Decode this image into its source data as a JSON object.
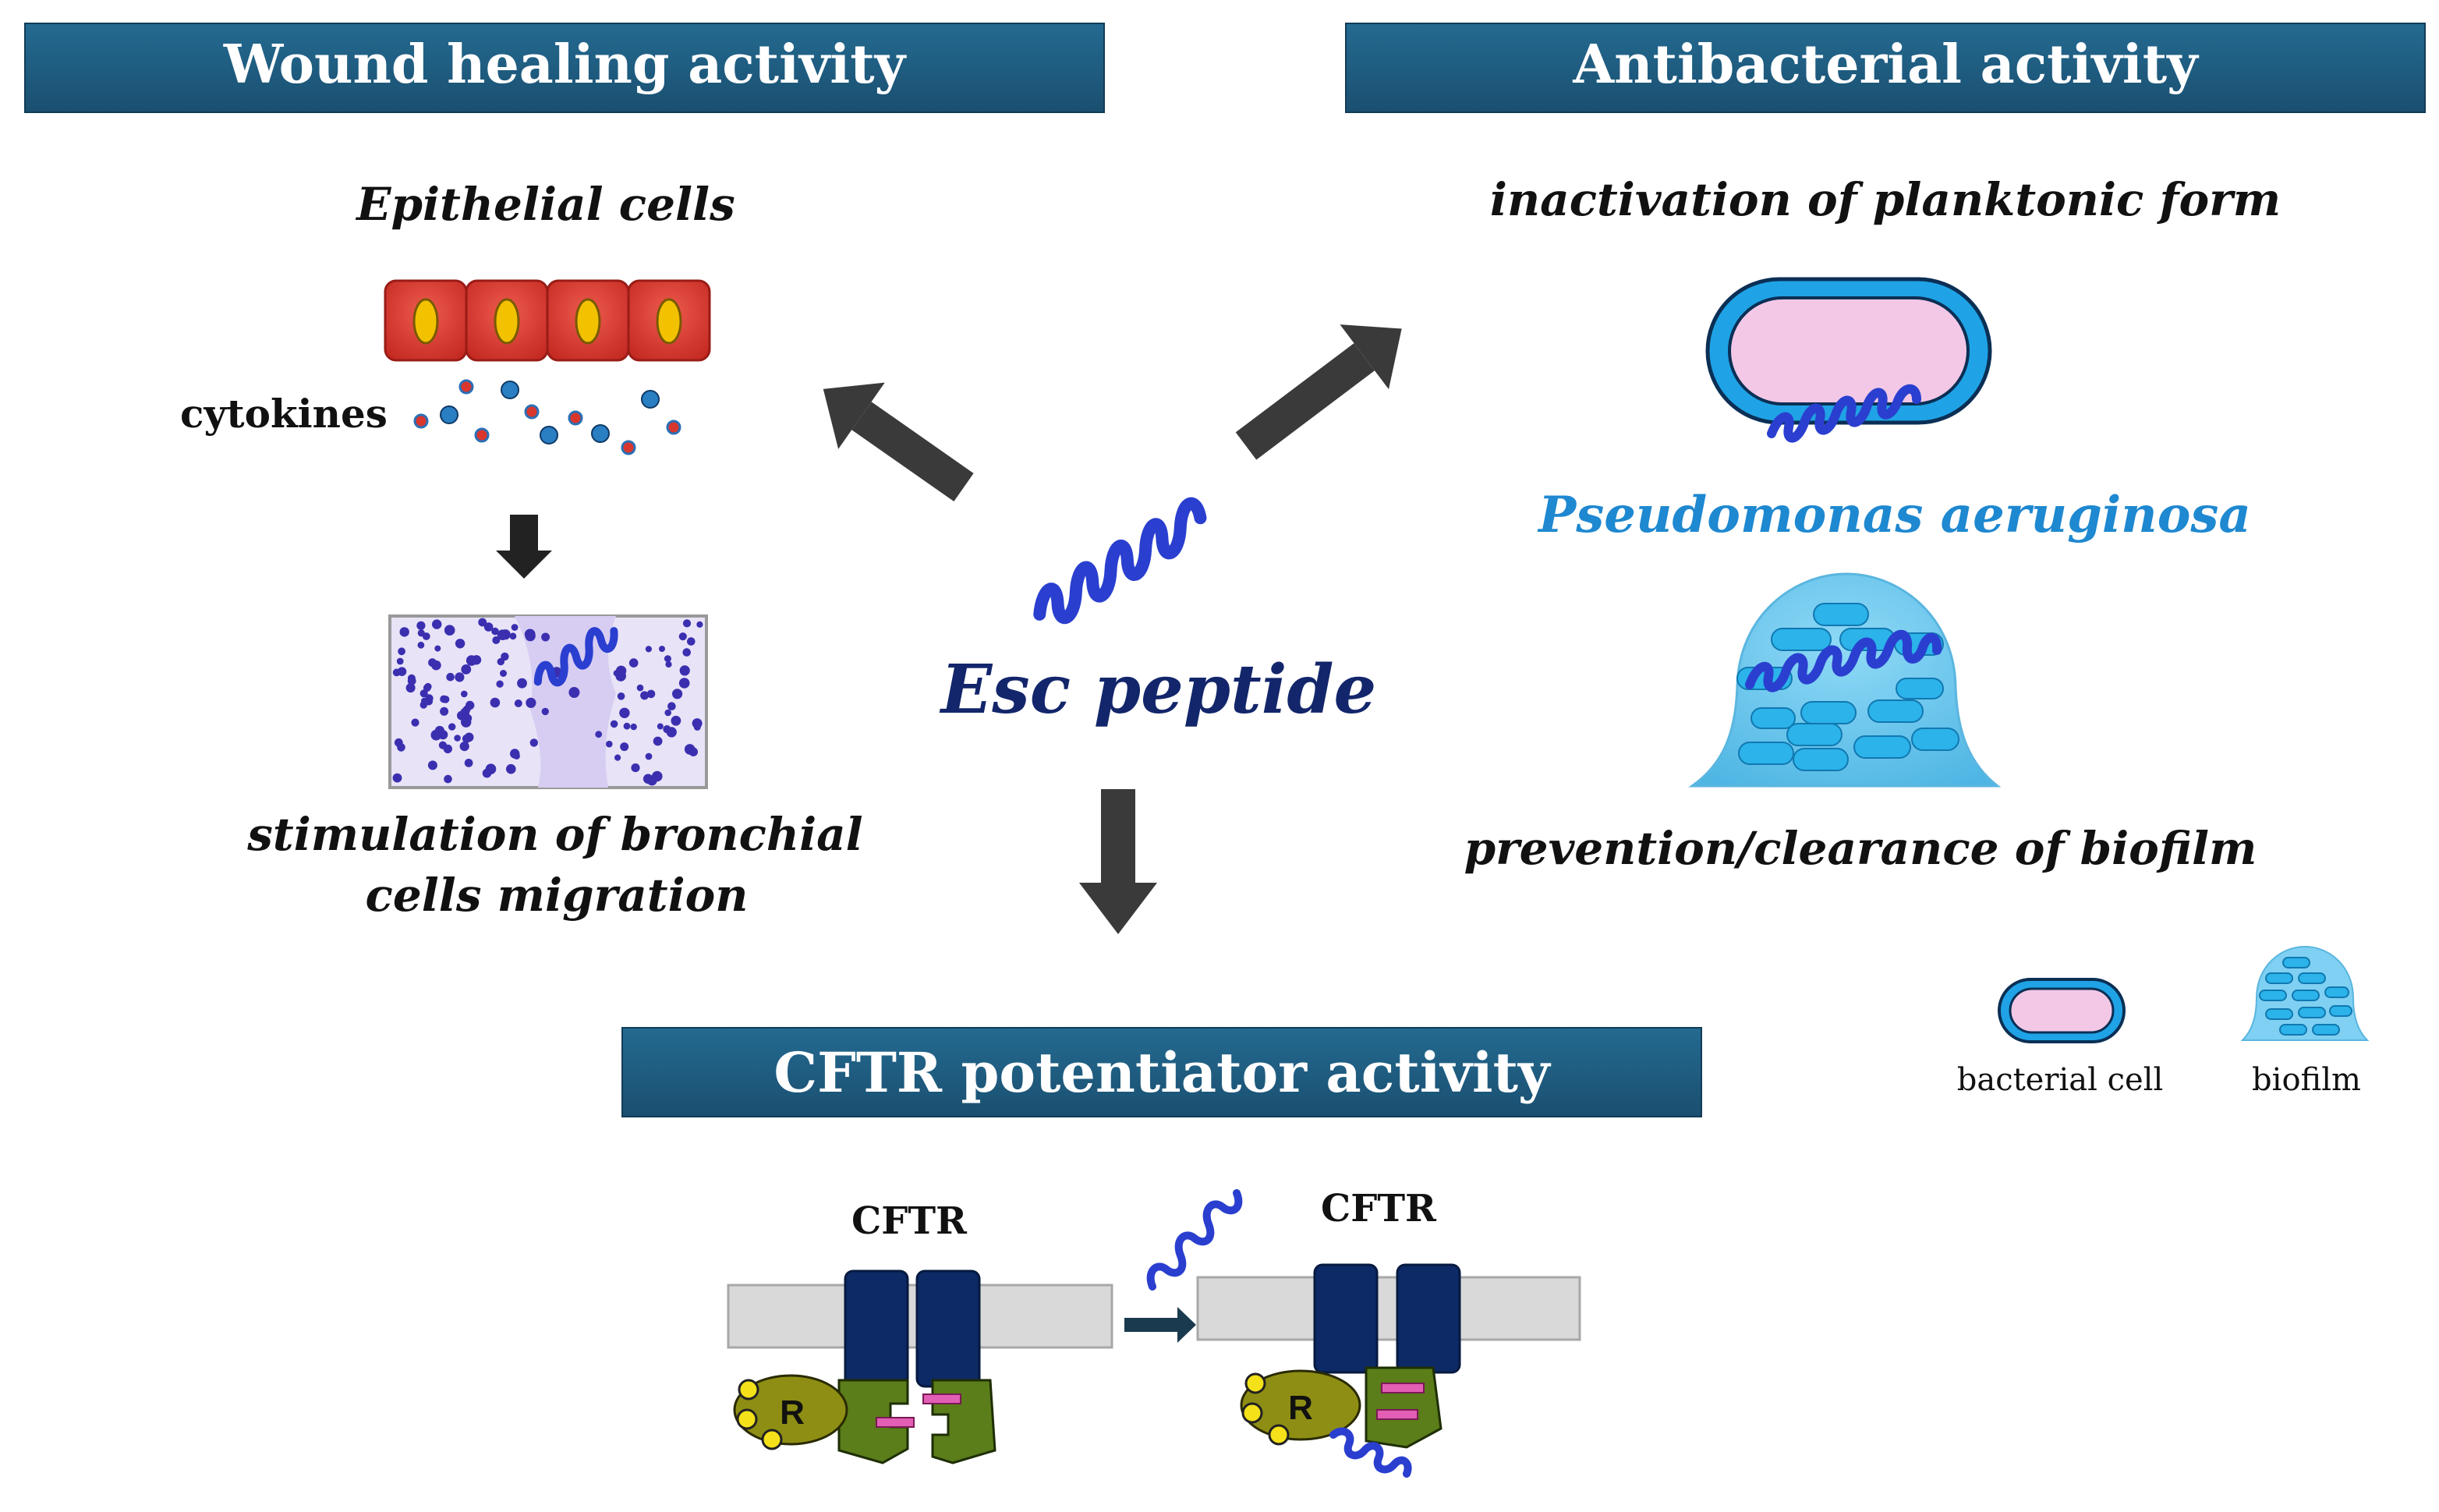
{
  "colors": {
    "banner": "#1f5a7d",
    "banner_text": "#ffffff",
    "arrow": "#3a3a3a",
    "peptide": "#2a3fcf",
    "title_navy": "#13266b",
    "pseudomonas": "#1e88d0",
    "cell_red": "#d9362d",
    "nucleus_yellow": "#f2c200",
    "bacteria_blue": "#1fa3e6",
    "bacteria_pink": "#f3c8e6",
    "biofilm": "#5fc3ec",
    "cftr_navy": "#0d2a66",
    "membrane": "#d9d9d9",
    "nbd_green": "#5b7d1a",
    "regulatory_olive": "#8e8e14",
    "marker_pink": "#e25fb5"
  },
  "banners": {
    "wound": "Wound healing activity",
    "antibacterial": "Antibacterial activity",
    "cftr": "CFTR potentiator activity"
  },
  "center": {
    "label": "Esc peptide"
  },
  "wound": {
    "epithelial_label": "Epithelial cells",
    "cytokines_label": "cytokines",
    "migration_line1": "stimulation of bronchial",
    "migration_line2": "cells migration"
  },
  "antibacterial": {
    "planktonic_label": "inactivation of planktonic form",
    "species_label": "Pseudomonas aeruginosa",
    "biofilm_label": "prevention/clearance of biofilm"
  },
  "legend": {
    "bacterial_cell": "bacterial cell",
    "biofilm": "biofilm"
  },
  "cftr": {
    "label_left": "CFTR",
    "label_right": "CFTR",
    "regulatory_letter_left": "R",
    "regulatory_letter_right": "R"
  },
  "icons": [
    "arrow-up-left-icon",
    "arrow-up-right-icon",
    "arrow-down-icon",
    "helix-peptide-icon"
  ]
}
